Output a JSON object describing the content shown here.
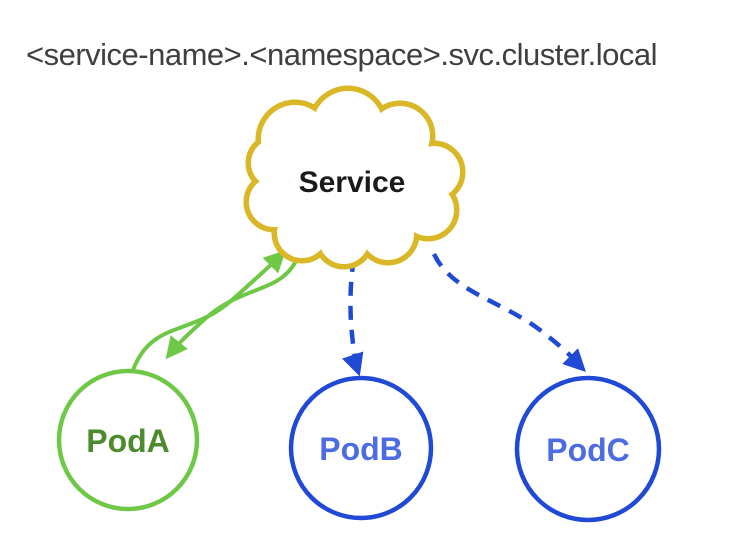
{
  "title": "<service-name>.<namespace>.svc.cluster.local",
  "colors": {
    "background": "#ffffff",
    "title_text": "#3f3f3f",
    "cloud_stroke": "#d9b726",
    "service_text": "#1a1a1a",
    "green_edge": "#6ec846",
    "green_text": "#4e8b2f",
    "blue_edge": "#2049d6",
    "blue_text": "#4d6ce3"
  },
  "diagram": {
    "service": {
      "label": "Service",
      "shape": "cloud"
    },
    "pods": [
      {
        "id": "podA",
        "label": "PodA",
        "color": "green"
      },
      {
        "id": "podB",
        "label": "PodB",
        "color": "blue"
      },
      {
        "id": "podC",
        "label": "PodC",
        "color": "blue"
      }
    ],
    "edges": [
      {
        "from": "PodA",
        "to": "Service",
        "style": "solid",
        "color": "green",
        "arrow": "to-service"
      },
      {
        "from": "Service",
        "to": "PodA",
        "style": "solid",
        "color": "green",
        "arrow": "to-pod"
      },
      {
        "from": "Service",
        "to": "PodB",
        "style": "dashed",
        "color": "blue",
        "arrow": "to-pod"
      },
      {
        "from": "Service",
        "to": "PodC",
        "style": "dashed",
        "color": "blue",
        "arrow": "to-pod"
      }
    ]
  }
}
